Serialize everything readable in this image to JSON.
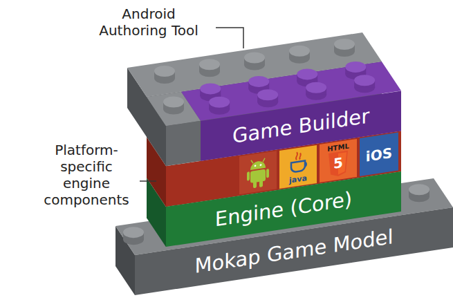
{
  "diagram": {
    "nodes": [
      {
        "text": [
          "Game Builder"
        ]
      },
      {
        "text": [
          "java"
        ]
      },
      {
        "text": [
          "HTML",
          "5"
        ]
      },
      {
        "text": [
          "iOS"
        ]
      },
      {
        "text": [
          "Engine (Core)"
        ]
      },
      {
        "text": [
          "Mokap Game Model"
        ]
      }
    ],
    "labels": [
      "Android Authoring Tool",
      "Platform-specific engine components"
    ]
  }
}
